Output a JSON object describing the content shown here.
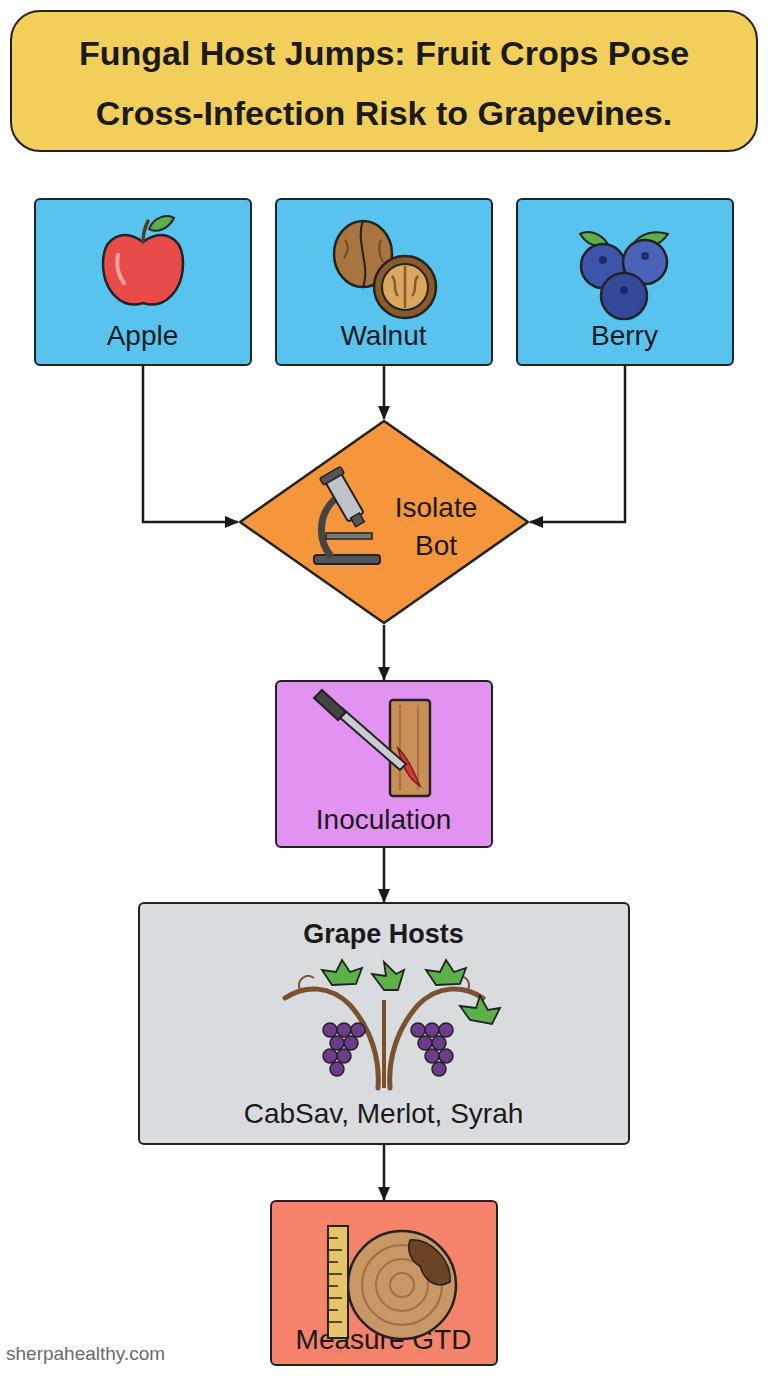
{
  "diagram": {
    "title": "Fungal Host Jumps: Fruit Crops Pose Cross-Infection Risk to Grapevines.",
    "nodes": [
      {
        "text": [
          "Apple"
        ]
      },
      {
        "text": [
          "Walnut"
        ]
      },
      {
        "text": [
          "Berry"
        ]
      },
      {
        "text": [
          "Isolate Bot"
        ]
      },
      {
        "text": [
          "Inoculation"
        ]
      },
      {
        "text": [
          "Grape Hosts",
          "CabSav, Merlot, Syrah"
        ]
      },
      {
        "text": [
          "Measure GTD"
        ]
      }
    ],
    "edges": [
      {
        "from": 0,
        "to": 3,
        "arrow": "to"
      },
      {
        "from": 1,
        "to": 3,
        "arrow": "to"
      },
      {
        "from": 2,
        "to": 3,
        "arrow": "to"
      },
      {
        "from": 3,
        "to": 4,
        "arrow": "to"
      },
      {
        "from": 4,
        "to": 5,
        "arrow": "to"
      },
      {
        "from": 5,
        "to": 6,
        "arrow": "to"
      }
    ],
    "labels": [
      "sherpahealthy.com"
    ]
  }
}
